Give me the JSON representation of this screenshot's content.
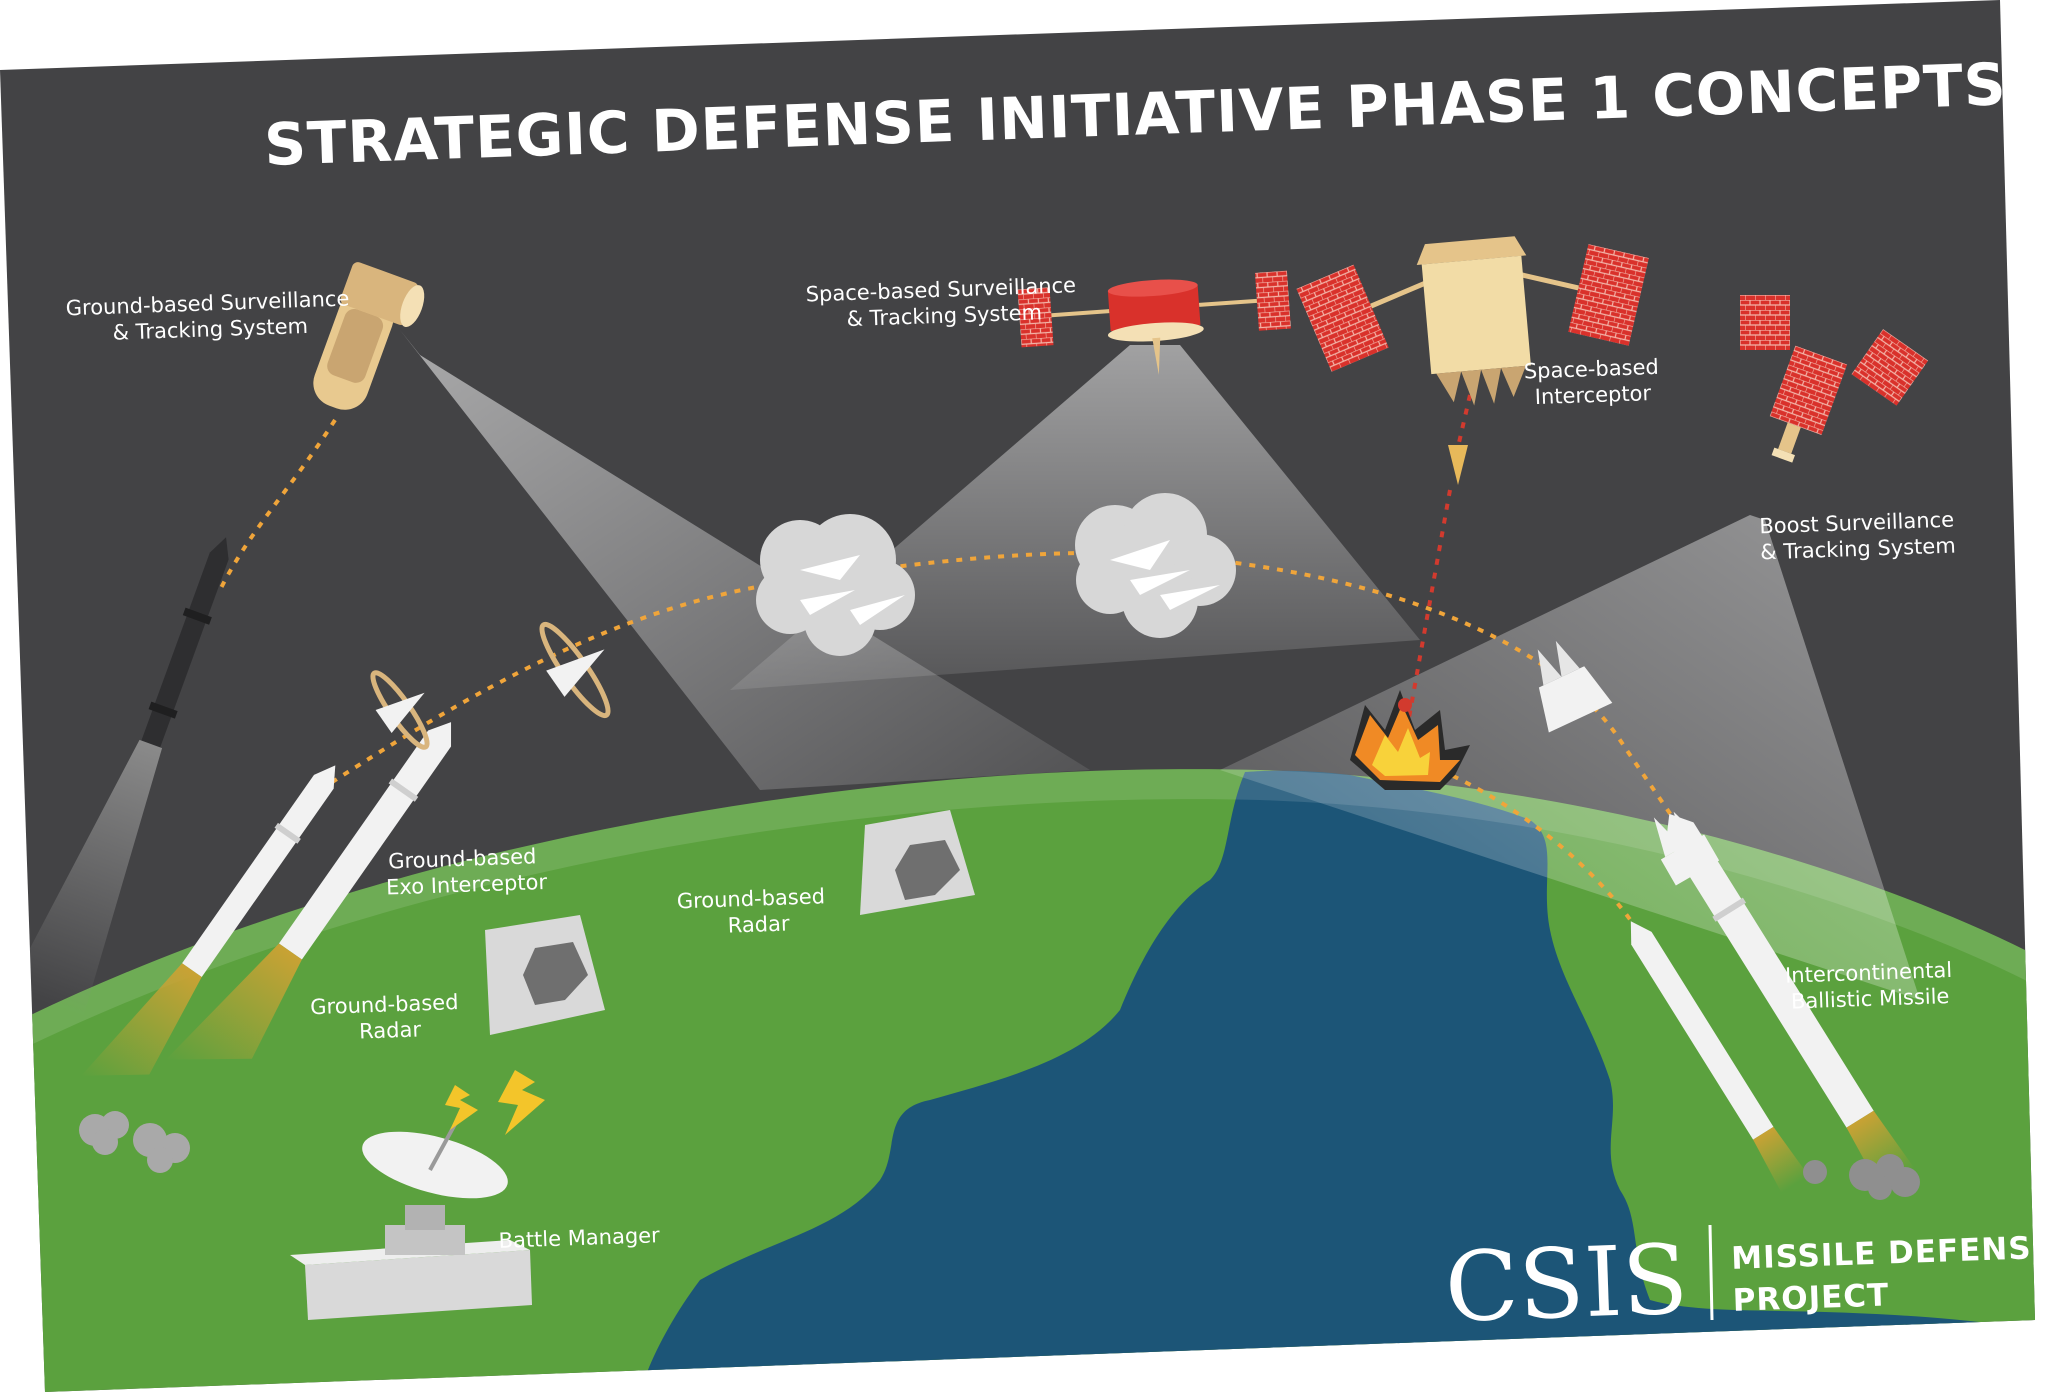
{
  "title": "STRATEGIC DEFENSE INITIATIVE PHASE 1 CONCEPTS",
  "labels": {
    "ground_surveillance_1": "Ground-based Surveillance",
    "ground_surveillance_2": "& Tracking System",
    "space_surveillance_1": "Space-based Surveillance",
    "space_surveillance_2": "& Tracking System",
    "space_interceptor_1": "Space-based",
    "space_interceptor_2": "Interceptor",
    "boost_surveillance_1": "Boost Surveillance",
    "boost_surveillance_2": "& Tracking System",
    "exo_interceptor_1": "Ground-based",
    "exo_interceptor_2": "Exo Interceptor",
    "radar_center_1": "Ground-based",
    "radar_center_2": "Radar",
    "radar_left_1": "Ground-based",
    "radar_left_2": "Radar",
    "battle_manager": "Battle Manager",
    "icbm_1": "Intercontinental",
    "icbm_2": "Ballistic Missile"
  },
  "logo": {
    "csis": "CSIS",
    "project_1": "MISSILE DEFENSE",
    "project_2": "PROJECT"
  },
  "colors": {
    "sky": "#434345",
    "land": "#5ba13e",
    "ocean": "#1c5577",
    "trajectory": "#f0a53a",
    "interceptor_path": "#d23a2e",
    "solar_panel": "#d9312b"
  }
}
